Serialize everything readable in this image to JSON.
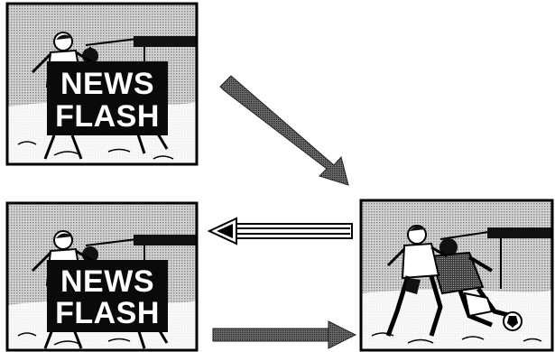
{
  "frames": [
    {
      "id": "top-left",
      "content": "news-flash-overlay",
      "banner_line1": "NEWS",
      "banner_line2": "FLASH"
    },
    {
      "id": "bottom-left",
      "content": "news-flash-overlay",
      "banner_line1": "NEWS",
      "banner_line2": "FLASH"
    },
    {
      "id": "bottom-right",
      "content": "soccer-players-scene"
    }
  ],
  "arrows": [
    {
      "name": "diagonal-arrow",
      "from": "top-left",
      "to": "bottom-right",
      "style": "shaded"
    },
    {
      "name": "left-arrow",
      "from": "bottom-right",
      "to": "bottom-left",
      "style": "outlined"
    },
    {
      "name": "right-arrow",
      "from": "bottom-left",
      "to": "bottom-right",
      "style": "shaded"
    }
  ],
  "colors": {
    "frame_border": "#000000",
    "halftone_bg": "#bdbdbd",
    "banner": "#0a0a0a",
    "banner_text": "#ffffff",
    "arrow_fill": "#555555"
  }
}
